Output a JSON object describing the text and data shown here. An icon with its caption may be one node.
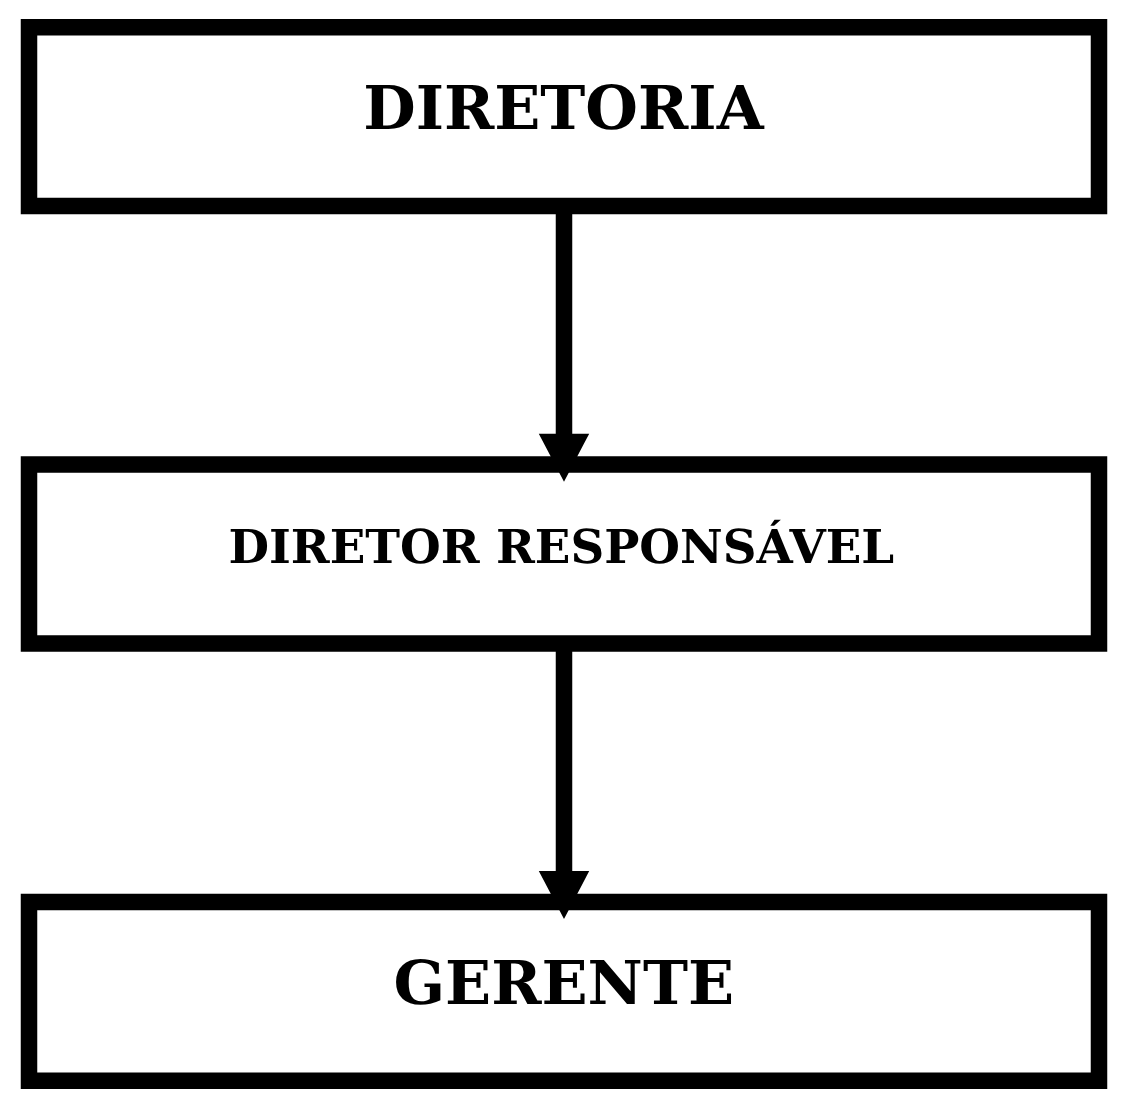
{
  "diagram": {
    "nodes": [
      {
        "text": [
          "DIRETORIA"
        ]
      },
      {
        "text": [
          "DIRETOR RESPONSÁVEL"
        ]
      },
      {
        "text": [
          "GERENTE"
        ]
      }
    ],
    "edges": [
      {
        "from": 0,
        "to": 1,
        "arrow": "to"
      },
      {
        "from": 1,
        "to": 2,
        "arrow": "to"
      }
    ]
  }
}
